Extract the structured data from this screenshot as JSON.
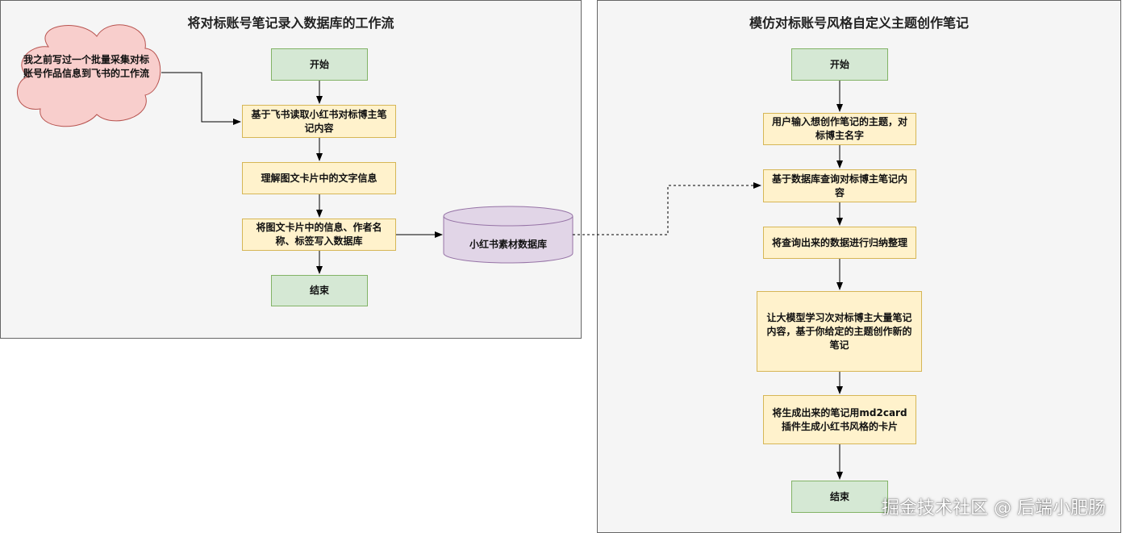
{
  "left_panel": {
    "title": "将对标账号笔记录入数据库的工作流",
    "nodes": {
      "start": "开始",
      "read": "基于飞书读取小红书对标博主笔记内容",
      "understand": "理解图文卡片中的文字信息",
      "write": "将图文卡片中的信息、作者名称、标签写入数据库",
      "end": "结束"
    },
    "cloud": "我之前写过一个批量采集对标账号作品信息到飞书的工作流",
    "database": "小红书素材数据库"
  },
  "right_panel": {
    "title": "模仿对标账号风格自定义主题创作笔记",
    "nodes": {
      "start": "开始",
      "input": "用户输入想创作笔记的主题，对标博主名字",
      "query": "基于数据库查询对标博主笔记内容",
      "summarize": "将查询出来的数据进行归纳整理",
      "learn": "让大模型学习次对标博主大量笔记内容，基于你给定的主题创作新的笔记",
      "generate": "将生成出来的笔记用md2card插件生成小红书风格的卡片",
      "end": "结束"
    }
  },
  "watermark": "掘金技术社区 @ 后端小肥肠",
  "colors": {
    "terminal_fill": "#d5e8d4",
    "terminal_stroke": "#82b366",
    "process_fill": "#fff2cc",
    "process_stroke": "#d6b656",
    "cloud_fill": "#f8cecc",
    "cloud_stroke": "#b85450",
    "database_fill": "#e1d5e7",
    "database_stroke": "#9673a6",
    "panel_fill": "#f5f5f5"
  }
}
